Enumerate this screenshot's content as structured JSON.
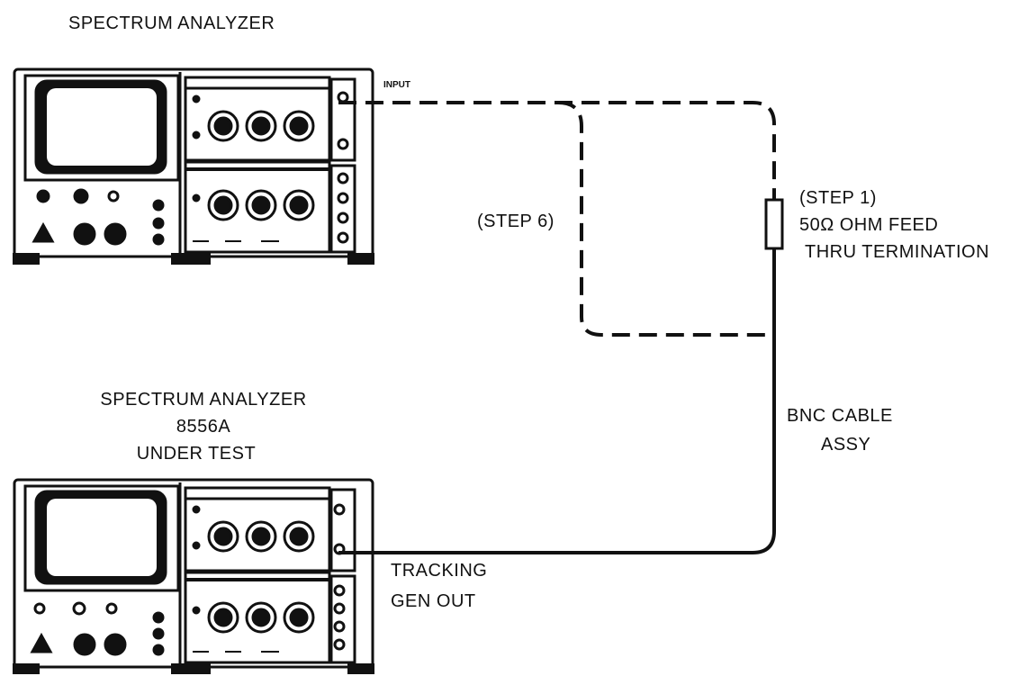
{
  "labels": {
    "top_analyzer_title": "SPECTRUM ANALYZER",
    "input": "INPUT",
    "step6": "(STEP 6)",
    "step1_line1": "(STEP 1)",
    "step1_line2": "50Ω OHM FEED",
    "step1_line3": "THRU TERMINATION",
    "bottom_analyzer_line1": "SPECTRUM ANALYZER",
    "bottom_analyzer_line2": "8556A",
    "bottom_analyzer_line3": "UNDER TEST",
    "bnc_line1": "BNC CABLE",
    "bnc_line2": "ASSY",
    "tracking_line1": "TRACKING",
    "tracking_line2": "GEN OUT"
  },
  "colors": {
    "ink": "#111111",
    "background": "#ffffff"
  }
}
